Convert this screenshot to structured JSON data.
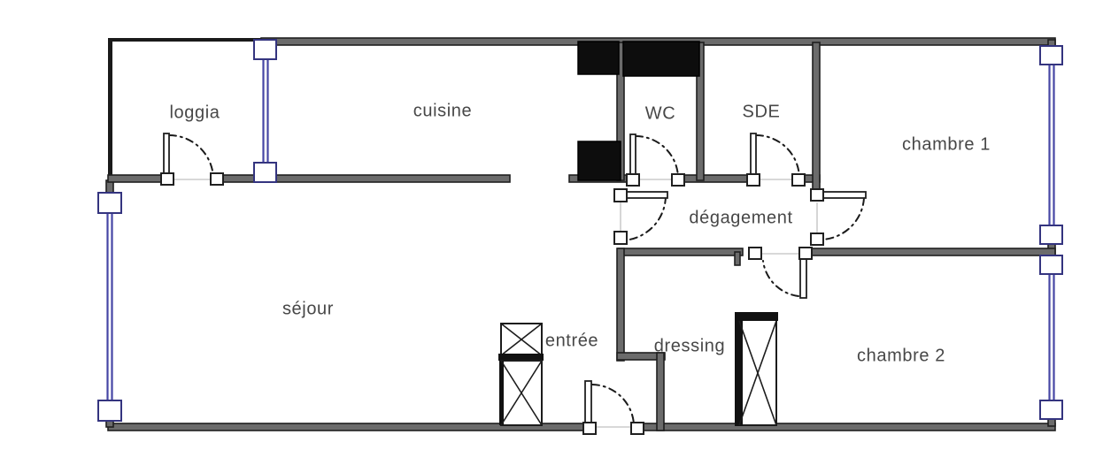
{
  "title": "apartment floor plan",
  "rooms": [
    {
      "id": "loggia",
      "label": "loggia"
    },
    {
      "id": "cuisine",
      "label": "cuisine"
    },
    {
      "id": "wc",
      "label": "WC"
    },
    {
      "id": "sde",
      "label": "SDE"
    },
    {
      "id": "chambre-1",
      "label": "chambre 1"
    },
    {
      "id": "degagement",
      "label": "dégagement"
    },
    {
      "id": "sejour",
      "label": "séjour"
    },
    {
      "id": "entree",
      "label": "entrée"
    },
    {
      "id": "dressing",
      "label": "dressing"
    },
    {
      "id": "chambre-2",
      "label": "chambre 2"
    }
  ],
  "symbols": {
    "window-symbol": "blue double line with white end blocks = window / glazed bay",
    "door-swing-symbol": "white leaf with dash-dot quarter-circle arc = hinged door",
    "closet-cross-symbol": "rectangle with X diagonals = closet / wardrobe",
    "shaft-symbol": "solid black rectangle = duct / technical shaft",
    "opening-line-symbol": "light gray line = door opening in wall"
  },
  "colors": {
    "background": "#ffffff",
    "wall_fill": "#6b6b6b",
    "wall_edge": "#1f1f1f",
    "loggia_wall": "#1a1a1a",
    "window": "#4646a5",
    "window_box_edge": "#34347f",
    "shaft": "#0d0d0d",
    "door_arc": "#1a1a1a",
    "opening_line": "#cccccc",
    "label_text": "#474747"
  }
}
